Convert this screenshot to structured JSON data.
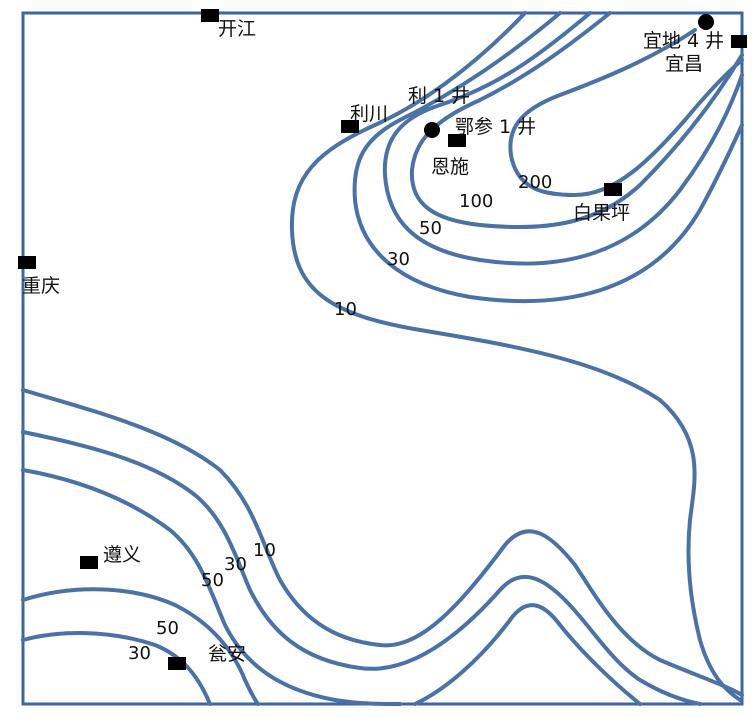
{
  "map": {
    "cities": {
      "kaijiang": "开江",
      "lichuan": "利川",
      "enshi": "恩施",
      "chongqing": "重庆",
      "baiguoping": "白果坪",
      "yichang": "宜昌",
      "zunyi": "遵义",
      "wengan": "瓮安"
    },
    "wells": {
      "li1": "利 1 井",
      "ecan1": "鄂参 1 井",
      "yidi4": "宜地 4 井"
    },
    "contour_labels": {
      "ne_10": "10",
      "ne_30": "30",
      "ne_50": "50",
      "ne_100": "100",
      "ne_200": "200",
      "sw_10": "10",
      "sw_30": "30",
      "sw_50": "50",
      "sw2_50": "50",
      "sw2_30": "30"
    },
    "contour_color": "#4a72a4",
    "marker_color": "#000000"
  }
}
